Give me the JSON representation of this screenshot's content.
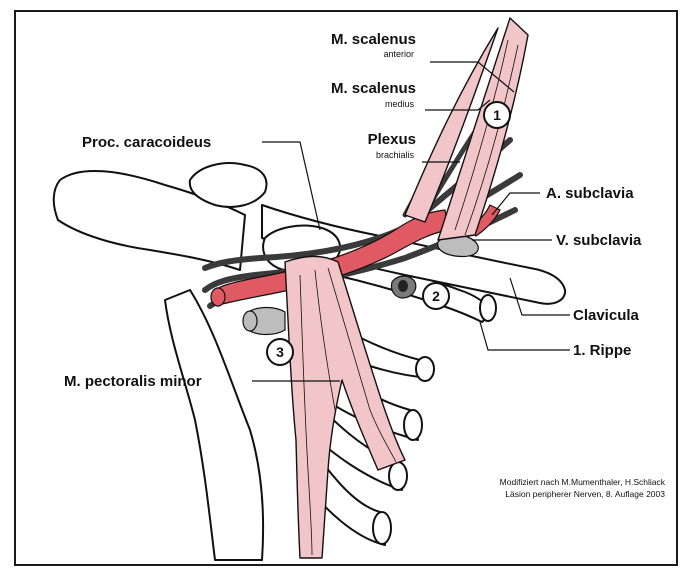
{
  "colors": {
    "muscle": "#f2c6c8",
    "artery": "#e05a64",
    "vein": "#bdbdbd",
    "nerve": "#3a3a3a",
    "bone": "#ffffff",
    "line": "#111111"
  },
  "labels": {
    "scalenus_anterior": "M. scalenus",
    "scalenus_anterior_sub": "anterior",
    "scalenus_medius": "M. scalenus",
    "scalenus_medius_sub": "medius",
    "plexus": "Plexus",
    "plexus_sub": "brachialis",
    "proc_caracoideus": "Proc. caracoideus",
    "a_subclavia": "A. subclavia",
    "v_subclavia": "V. subclavia",
    "clavicula": "Clavicula",
    "rippe": "1. Rippe",
    "pectoralis_minor": "M. pectoralis minor"
  },
  "markers": {
    "one": "1",
    "two": "2",
    "three": "3"
  },
  "credit": {
    "line1": "Modifiziert nach M.Mumenthaler, H.Schliack",
    "line2": "Läsion peripherer Nerven, 8. Auflage 2003"
  }
}
